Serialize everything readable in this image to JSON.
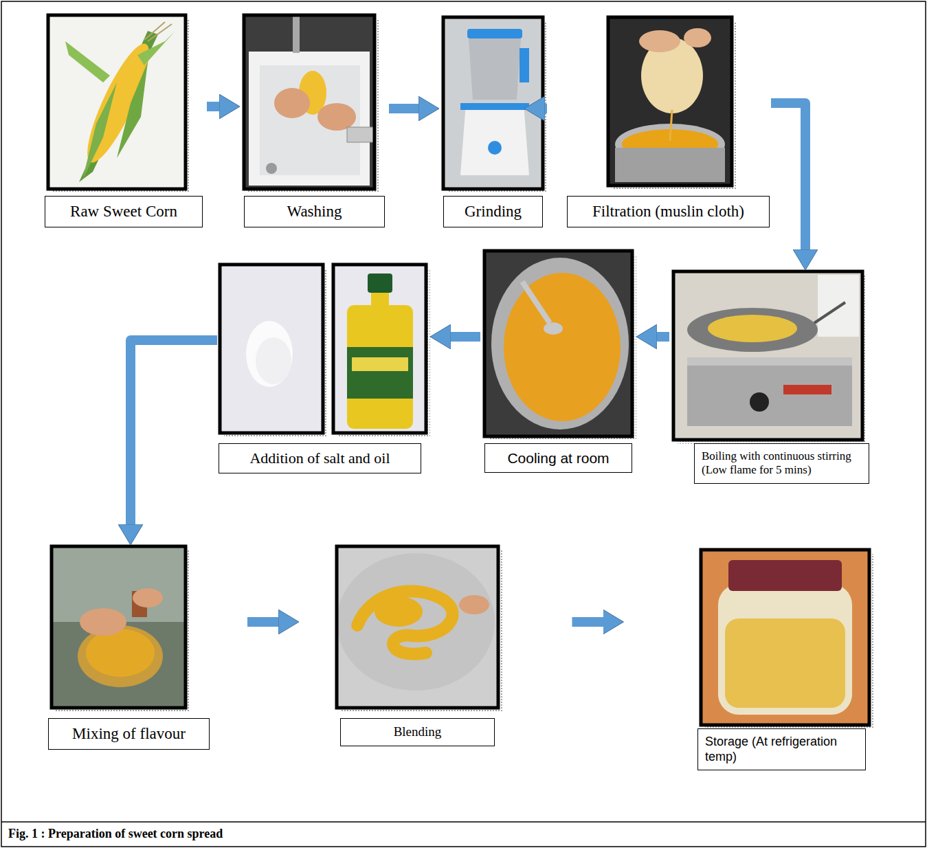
{
  "diagram": {
    "caption": "Fig. 1 : Preparation of sweet corn spread",
    "nodes": [
      {
        "text": [
          "Raw Sweet Corn"
        ]
      },
      {
        "text": [
          "Washing"
        ]
      },
      {
        "text": [
          "Grinding"
        ]
      },
      {
        "text": [
          "Filtration (muslin cloth)"
        ]
      },
      {
        "text": [
          "Boiling with continuous stirring (Low flame for 5 mins)"
        ]
      },
      {
        "text": [
          "Cooling at room"
        ]
      },
      {
        "text": [
          "Addition of salt and oil"
        ]
      },
      {
        "text": [
          "Mixing of flavour"
        ]
      },
      {
        "text": [
          "Blending"
        ]
      },
      {
        "text": [
          "Storage (At refrigeration temp)"
        ]
      }
    ],
    "edges": [
      {
        "from": 0,
        "to": 1,
        "arrow": "to"
      },
      {
        "from": 1,
        "to": 2,
        "arrow": "to"
      },
      {
        "from": 2,
        "to": 3,
        "arrow": "to"
      },
      {
        "from": 3,
        "to": 4,
        "arrow": "to"
      },
      {
        "from": 4,
        "to": 5,
        "arrow": "to"
      },
      {
        "from": 5,
        "to": 6,
        "arrow": "to"
      },
      {
        "from": 6,
        "to": 7,
        "arrow": "to"
      },
      {
        "from": 7,
        "to": 8,
        "arrow": "to"
      },
      {
        "from": 8,
        "to": 9,
        "arrow": "to"
      }
    ]
  }
}
